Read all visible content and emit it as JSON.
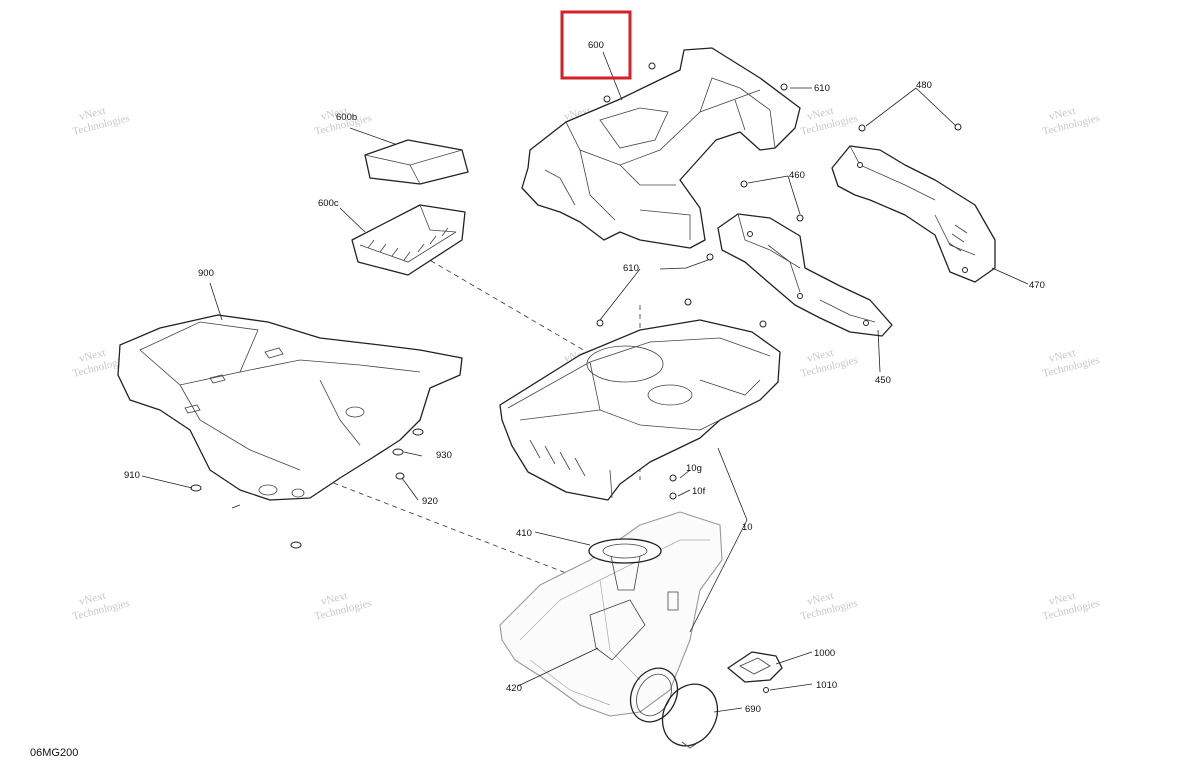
{
  "diagram_code": "06MG200",
  "highlighted_callout": "600",
  "highlight_color": "#d42026",
  "watermark_lines": [
    "vNext",
    "Technologies"
  ],
  "callouts": {
    "c600": "600",
    "c600b": "600b",
    "c600c": "600c",
    "c610a": "610",
    "c610b": "610",
    "c480": "480",
    "c460": "460",
    "c470": "470",
    "c450": "450",
    "c900": "900",
    "c910": "910",
    "c920": "920",
    "c930": "930",
    "c10": "10",
    "c10g": "10g",
    "c10f": "10f",
    "c410": "410",
    "c420": "420",
    "c690": "690",
    "c1000": "1000",
    "c1010": "1010"
  }
}
